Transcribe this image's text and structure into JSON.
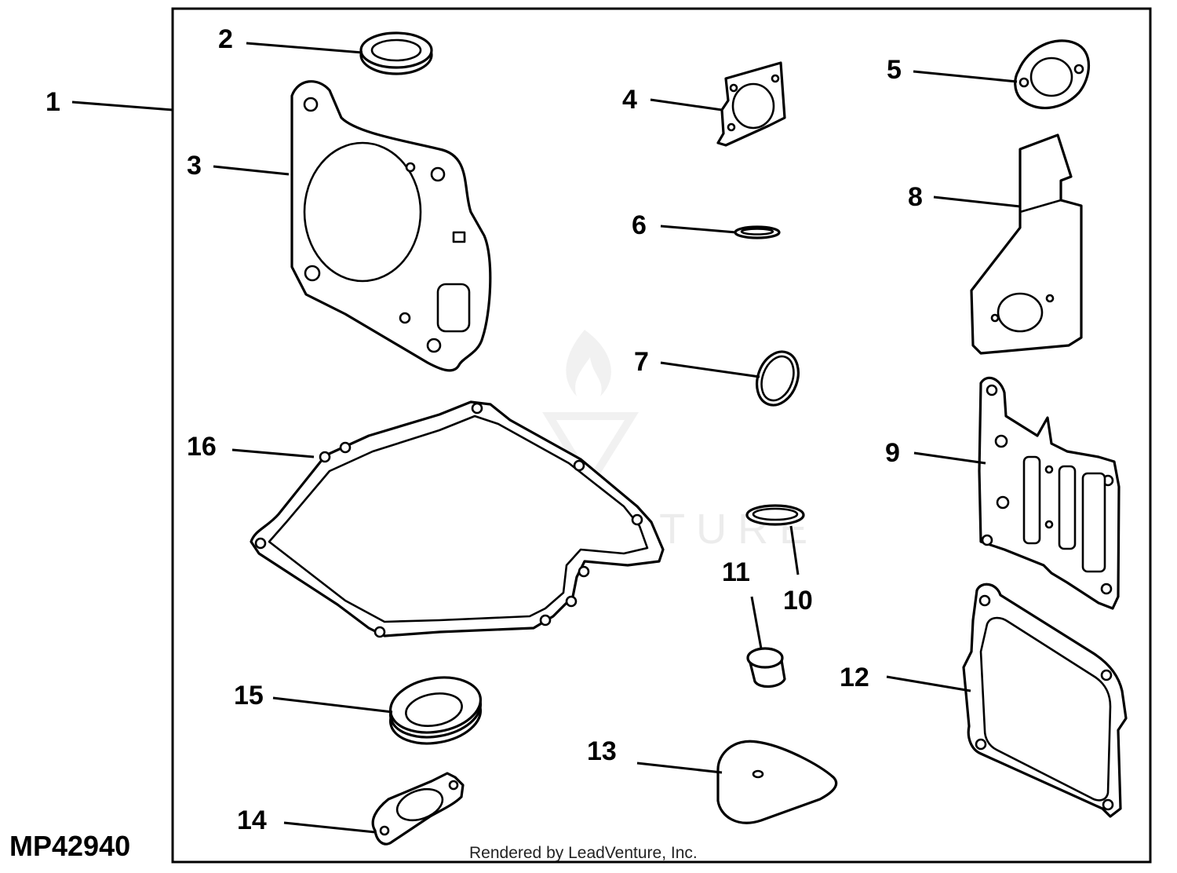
{
  "diagram_code": "MP42940",
  "credit": "Rendered by LeadVenture, Inc.",
  "watermark": "LEADVENTURE",
  "callouts": [
    "1",
    "2",
    "3",
    "4",
    "5",
    "6",
    "7",
    "8",
    "9",
    "10",
    "11",
    "12",
    "13",
    "14",
    "15",
    "16"
  ]
}
